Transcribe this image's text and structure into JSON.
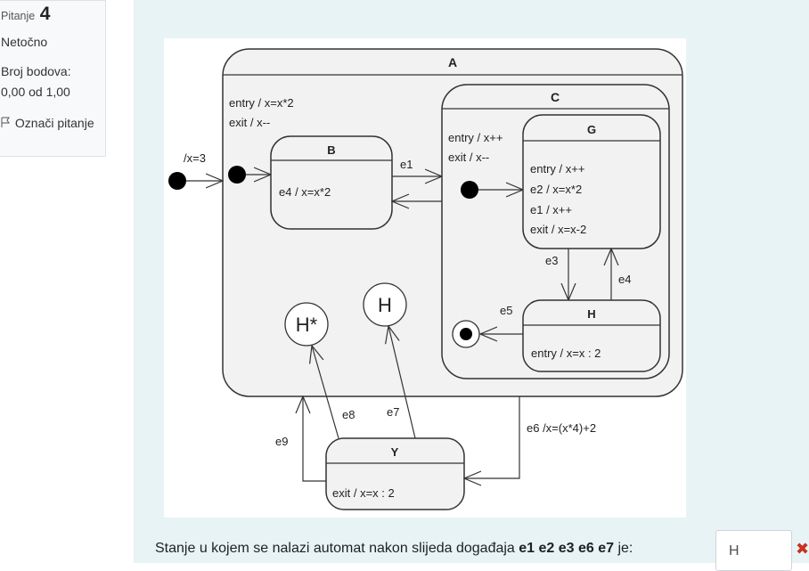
{
  "question_info": {
    "question_label": "Pitanje",
    "question_number": "4",
    "status": "Netočno",
    "grade_label": "Broj bodova:",
    "grade_value": "0,00 od 1,00",
    "flag_label": "Označi pitanje"
  },
  "diagram": {
    "state_A": "A",
    "A_entry": "entry / x=x*2",
    "A_exit": "exit / x--",
    "initial_action": "/x=3",
    "state_B": "B",
    "B_action": "e4 / x=x*2",
    "event_e1": "e1",
    "state_C": "C",
    "C_entry": "entry / x++",
    "C_exit": "exit / x--",
    "state_G": "G",
    "G_entry": "entry / x++",
    "G_e2": "e2 / x=x*2",
    "G_e1": "e1 / x++",
    "G_exit": "exit / x=x-2",
    "event_e3": "e3",
    "event_e4": "e4",
    "event_e5": "e5",
    "state_H": "H",
    "H_entry": "entry / x=x : 2",
    "deep_history": "H*",
    "shallow_history": "H",
    "event_e6": "e6 /x=(x*4)+2",
    "event_e7": "e7",
    "event_e8": "e8",
    "event_e9": "e9",
    "state_Y": "Y",
    "Y_exit": "exit / x=x : 2"
  },
  "question": {
    "text_prefix": "Stanje u kojem se nalazi automat nakon slijeda događaja ",
    "events": "e1 e2 e3 e6 e7",
    "text_suffix": " je:",
    "answer_value": "H",
    "result_icon": "cross-icon"
  },
  "colors": {
    "content_bg": "#e7f3f5",
    "incorrect": "#ca3120",
    "state_fill": "#f2f2f2"
  }
}
